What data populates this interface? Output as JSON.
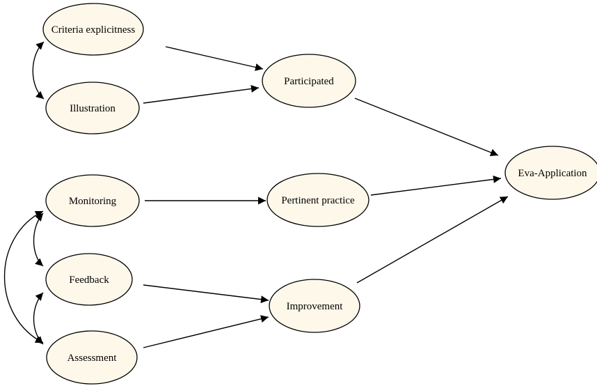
{
  "diagram": {
    "nodes": {
      "criteria": "Criteria explicitness",
      "illustration": "Illustration",
      "participated": "Participated",
      "monitoring": "Monitoring",
      "pertinent": "Pertinent practice",
      "feedback": "Feedback",
      "improvement": "Improvement",
      "assessment": "Assessment",
      "eva": "Eva-Application"
    },
    "edges": [
      {
        "from": "criteria",
        "to": "participated",
        "type": "directed"
      },
      {
        "from": "illustration",
        "to": "participated",
        "type": "directed"
      },
      {
        "from": "participated",
        "to": "eva",
        "type": "directed"
      },
      {
        "from": "monitoring",
        "to": "pertinent",
        "type": "directed"
      },
      {
        "from": "pertinent",
        "to": "eva",
        "type": "directed"
      },
      {
        "from": "feedback",
        "to": "improvement",
        "type": "directed"
      },
      {
        "from": "assessment",
        "to": "improvement",
        "type": "directed"
      },
      {
        "from": "improvement",
        "to": "eva",
        "type": "directed"
      },
      {
        "from": "criteria",
        "to": "illustration",
        "type": "correlation"
      },
      {
        "from": "monitoring",
        "to": "feedback",
        "type": "correlation"
      },
      {
        "from": "feedback",
        "to": "assessment",
        "type": "correlation"
      },
      {
        "from": "monitoring",
        "to": "assessment",
        "type": "correlation"
      }
    ]
  }
}
